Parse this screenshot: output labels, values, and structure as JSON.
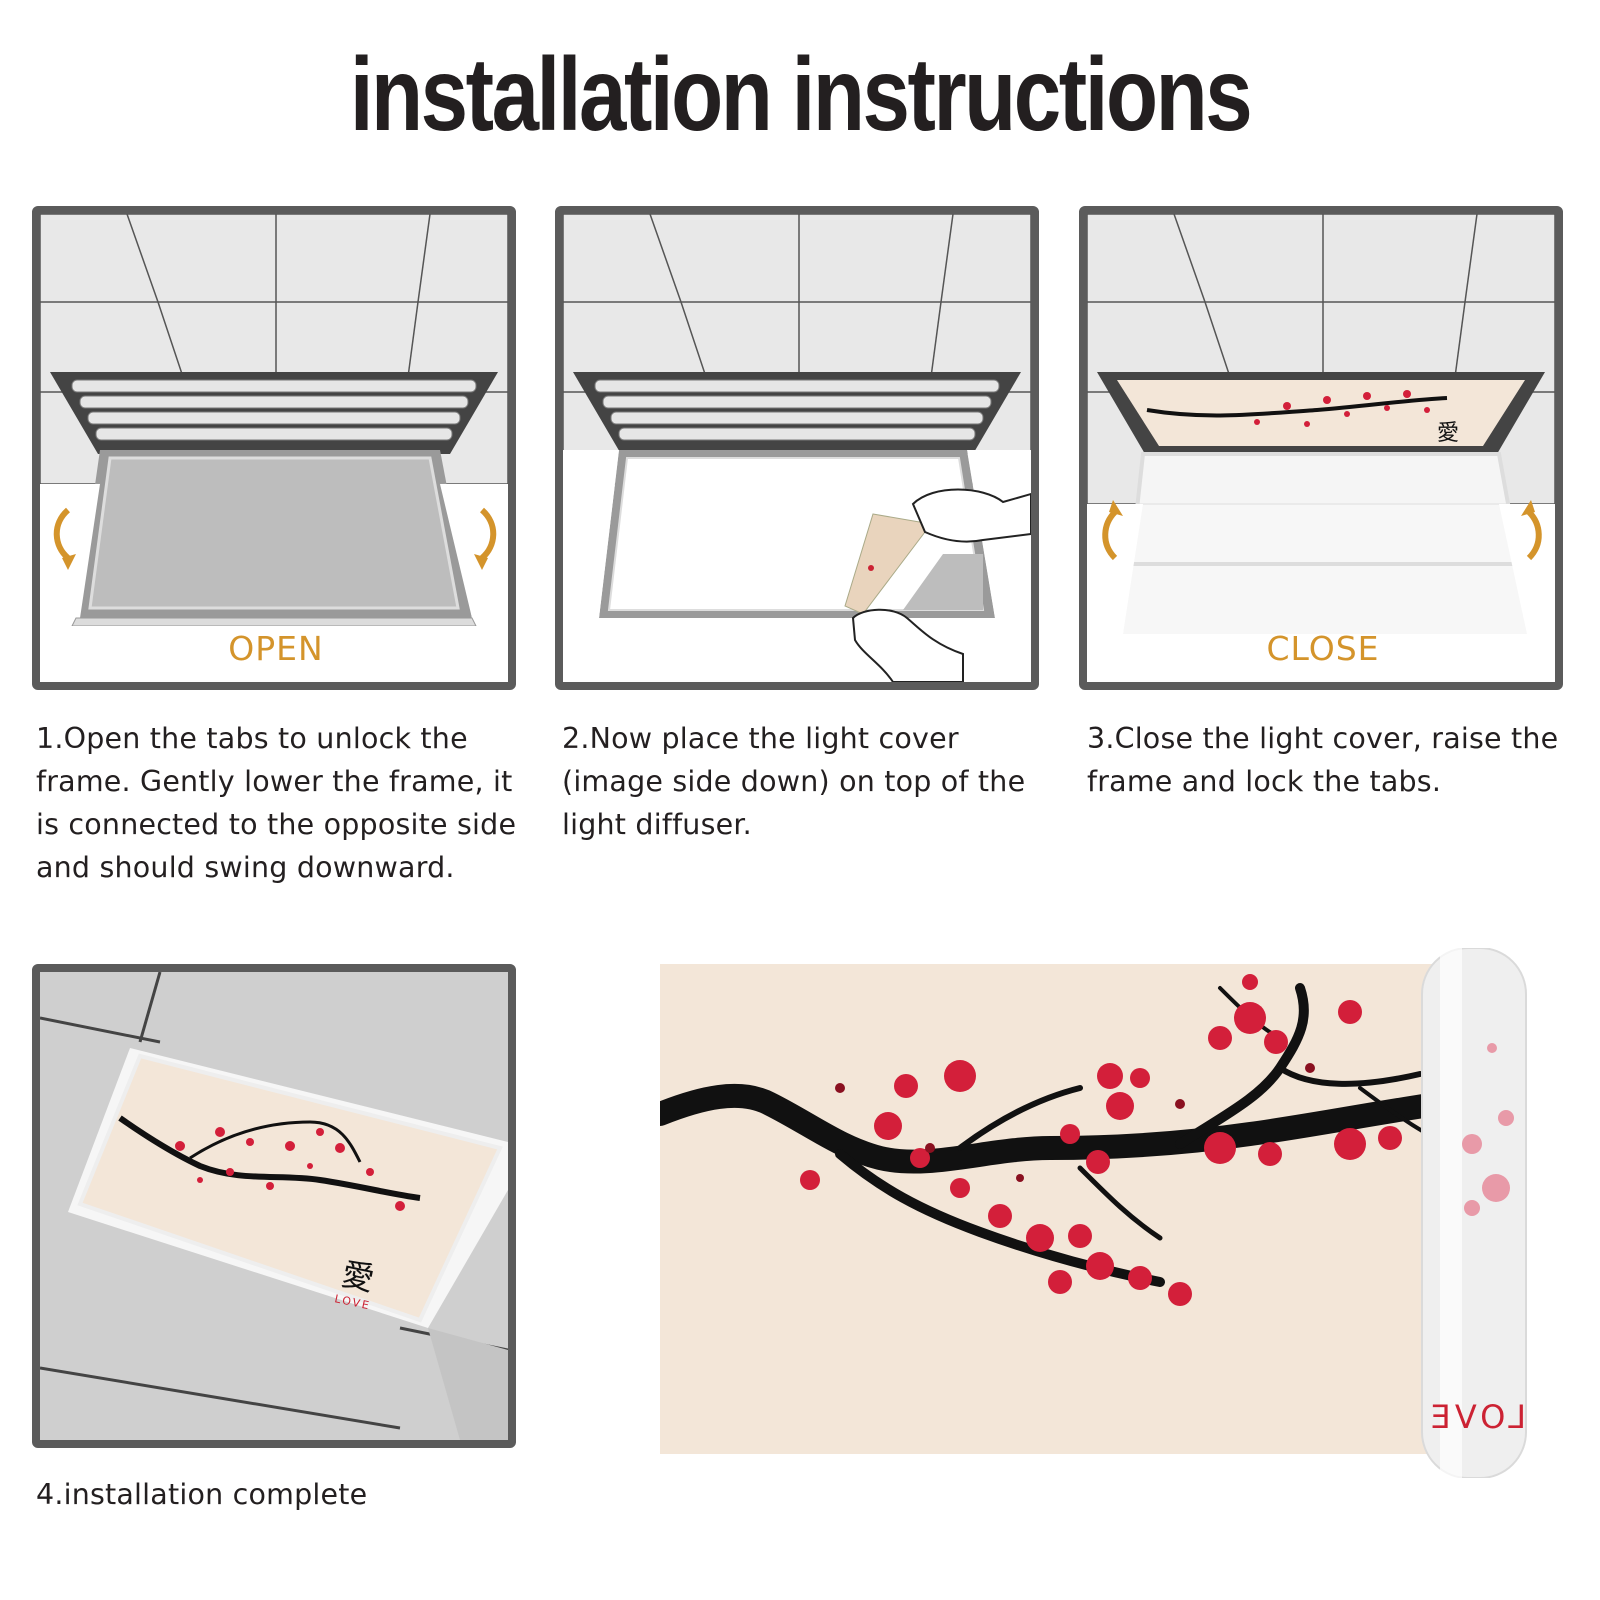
{
  "header": {
    "title": "installation instructions"
  },
  "steps": [
    {
      "label": "OPEN",
      "caption": "1.Open the tabs to unlock the frame. Gently lower the frame, it is connected to the opposite side and should swing downward."
    },
    {
      "label": "",
      "caption": "2.Now place the light cover (image side down) on top of the light diffuser."
    },
    {
      "label": "CLOSE",
      "caption": "3.Close the light cover, raise the frame and lock the tabs."
    },
    {
      "label": "",
      "caption": "4.installation complete"
    }
  ],
  "artwork": {
    "word": "LOVE",
    "glyph": "愛",
    "roll_text": "LOVE"
  },
  "colors": {
    "accent": "#d4942b",
    "frame_border": "#5b5b5b",
    "blossom": "#d31f3a",
    "canvas": "#f3e6d8",
    "ink": "#111111"
  }
}
